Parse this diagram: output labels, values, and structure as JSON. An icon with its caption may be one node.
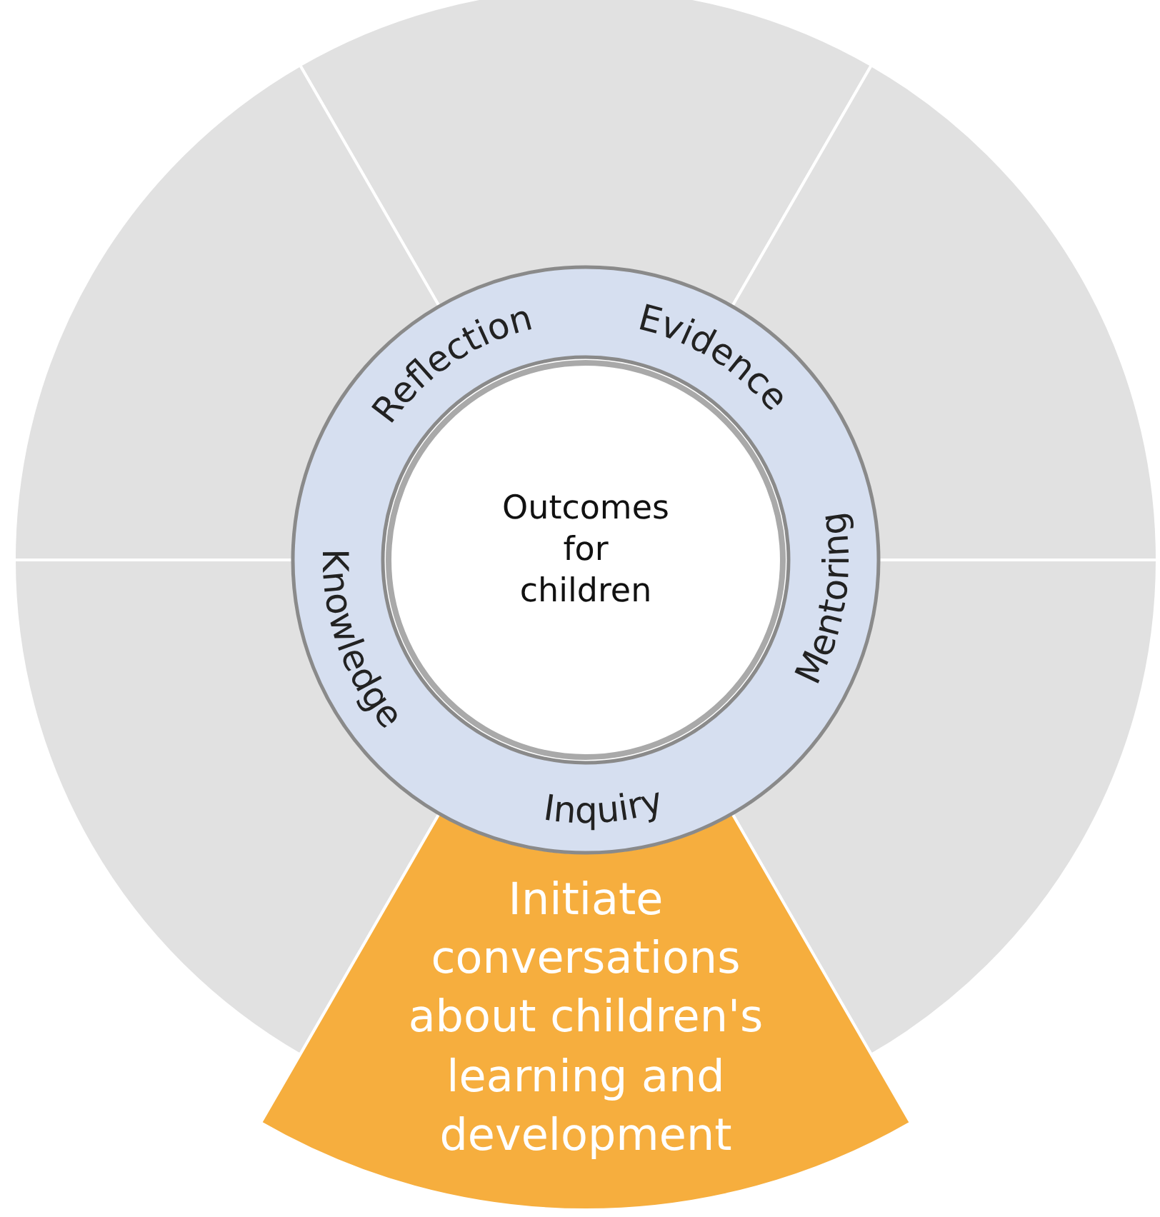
{
  "diagram": {
    "nodes": [
      {
        "text": [],
        "shape": "sector"
      },
      {
        "text": [],
        "shape": "sector"
      },
      {
        "text": [],
        "shape": "sector"
      },
      {
        "text": [],
        "shape": "sector"
      },
      {
        "text": [],
        "shape": "sector"
      },
      {
        "text": [
          "Initiate conversations about children's learning and development"
        ]
      },
      {
        "text": [
          "Reflection",
          "Evidence",
          "Mentoring",
          "Inquiry",
          "Knowledge"
        ]
      },
      {
        "text": [
          "Outcomes for children"
        ],
        "in": 6
      }
    ]
  }
}
